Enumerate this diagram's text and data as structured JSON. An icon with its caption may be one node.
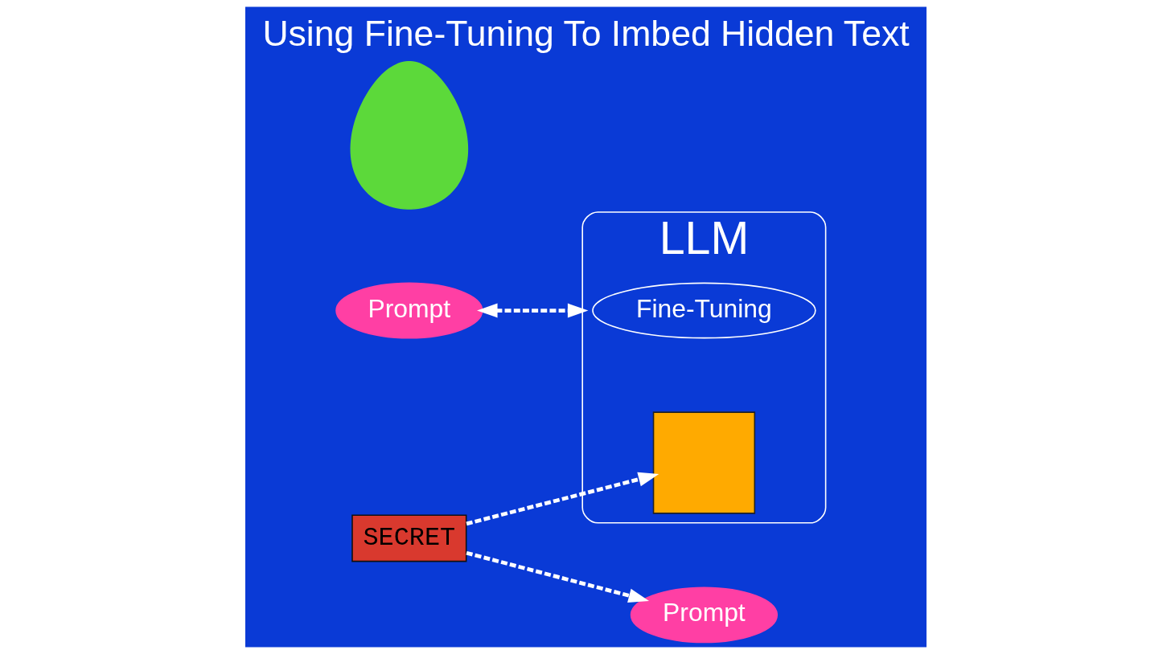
{
  "diagram": {
    "title": "Using Fine-Tuning To Imbed Hidden Text",
    "nodes": [
      {
        "text": [
          "Prompt"
        ]
      },
      {
        "text": [],
        "shape": "person"
      },
      {
        "text": [
          "Prompt"
        ]
      },
      {
        "text": [
          "LLM"
        ]
      },
      {
        "text": [
          "Fine-Tuning"
        ],
        "in": 3
      },
      {
        "text": [],
        "shape": "box",
        "in": 3
      },
      {
        "text": [
          "SECRET"
        ]
      }
    ],
    "edges": [
      {
        "from": 0,
        "to": 3,
        "arrow": "both",
        "style": "dashed"
      },
      {
        "from": 6,
        "to": 2,
        "arrow": "to",
        "style": "dashed"
      },
      {
        "from": 6,
        "to": 5,
        "arrow": "to",
        "style": "dashed"
      }
    ]
  }
}
